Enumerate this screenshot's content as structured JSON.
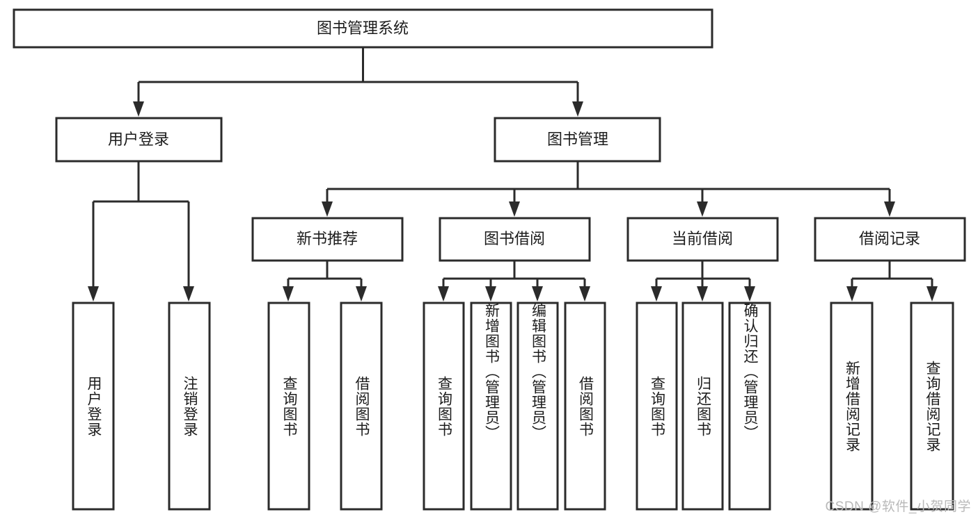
{
  "diagram": {
    "title": "图书管理系统",
    "type": "tree-hierarchy-flowchart",
    "root": {
      "id": "root",
      "label": "图书管理系统",
      "orientation": "horizontal"
    },
    "level1": [
      {
        "id": "user-login",
        "label": "用户登录",
        "orientation": "horizontal"
      },
      {
        "id": "book-management",
        "label": "图书管理",
        "orientation": "horizontal"
      }
    ],
    "level2": [
      {
        "id": "new-book-recommend",
        "label": "新书推荐",
        "orientation": "horizontal",
        "parent": "book-management"
      },
      {
        "id": "book-borrow",
        "label": "图书借阅",
        "orientation": "horizontal",
        "parent": "book-management"
      },
      {
        "id": "current-borrow",
        "label": "当前借阅",
        "orientation": "horizontal",
        "parent": "book-management"
      },
      {
        "id": "borrow-record",
        "label": "借阅记录",
        "orientation": "horizontal",
        "parent": "book-management"
      }
    ],
    "leaves": [
      {
        "id": "leaf-user-login",
        "label": "用户登录",
        "parent": "user-login",
        "orientation": "vertical"
      },
      {
        "id": "leaf-logout-login",
        "label": "注销登录",
        "parent": "user-login",
        "orientation": "vertical"
      },
      {
        "id": "leaf-query-book-1",
        "label": "查询图书",
        "parent": "new-book-recommend",
        "orientation": "vertical"
      },
      {
        "id": "leaf-borrow-book-1",
        "label": "借阅图书",
        "parent": "new-book-recommend",
        "orientation": "vertical"
      },
      {
        "id": "leaf-query-book-2",
        "label": "查询图书",
        "parent": "book-borrow",
        "orientation": "vertical"
      },
      {
        "id": "leaf-add-book-admin",
        "label": "新增图书（管理员）",
        "parent": "book-borrow",
        "orientation": "vertical"
      },
      {
        "id": "leaf-edit-book-admin",
        "label": "编辑图书（管理员）",
        "parent": "book-borrow",
        "orientation": "vertical"
      },
      {
        "id": "leaf-borrow-book-2",
        "label": "借阅图书",
        "parent": "book-borrow",
        "orientation": "vertical"
      },
      {
        "id": "leaf-query-book-3",
        "label": "查询图书",
        "parent": "current-borrow",
        "orientation": "vertical"
      },
      {
        "id": "leaf-return-book",
        "label": "归还图书",
        "parent": "current-borrow",
        "orientation": "vertical"
      },
      {
        "id": "leaf-confirm-return-admin",
        "label": "确认归还（管理员）",
        "parent": "current-borrow",
        "orientation": "vertical"
      },
      {
        "id": "leaf-add-borrow-record",
        "label": "新增借阅记录",
        "parent": "borrow-record",
        "orientation": "vertical"
      },
      {
        "id": "leaf-query-borrow-record",
        "label": "查询借阅记录",
        "parent": "borrow-record",
        "orientation": "vertical"
      }
    ]
  },
  "watermark": {
    "text": "CSDN @软件_小贺同学"
  },
  "colors": {
    "stroke": "#2b2b2b",
    "fill": "#ffffff",
    "text": "#1c1c1c",
    "watermark": "#b9b9b9"
  }
}
